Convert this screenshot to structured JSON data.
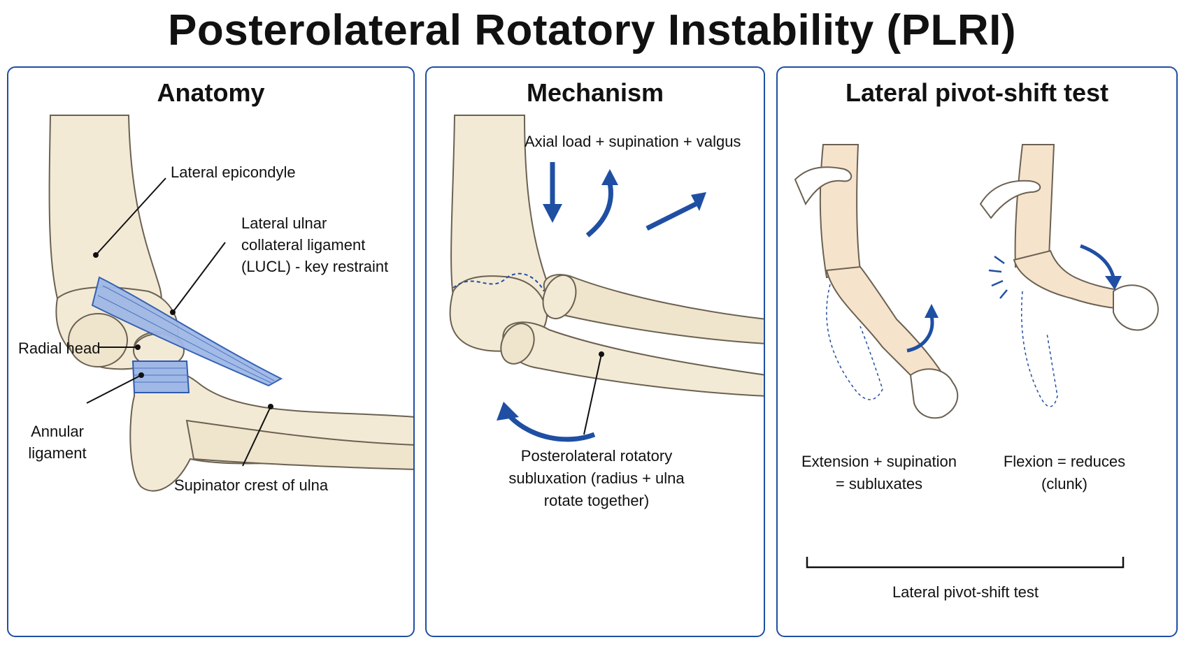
{
  "title": "Posterolateral Rotatory Instability (PLRI)",
  "colors": {
    "accent": "#1f4fa3",
    "bone": "#f3ead6",
    "ligament": "#9fb8e6",
    "skin": "#f6e3cc"
  },
  "panels": {
    "anatomy": {
      "title": "Anatomy",
      "labels": {
        "lateral_epicondyle": "Lateral epicondyle",
        "lucl_1": "Lateral ulnar",
        "lucl_2": "collateral ligament",
        "lucl_3": "(LUCL) - key restraint",
        "radial_head": "Radial head",
        "annular_1": "Annular",
        "annular_2": "ligament",
        "supinator_crest": "Supinator crest of ulna"
      }
    },
    "mechanism": {
      "title": "Mechanism",
      "labels": {
        "forces": "Axial load + supination + valgus",
        "sub_1": "Posterolateral rotatory",
        "sub_2": "subluxation (radius + ulna",
        "sub_3": "rotate together)"
      }
    },
    "pivot": {
      "title": "Lateral pivot-shift test",
      "labels": {
        "ext_1": "Extension + supination",
        "ext_2": "= subluxates",
        "flex_1": "Flexion = reduces",
        "flex_2": "(clunk)",
        "bracket": "Lateral pivot-shift test"
      }
    }
  }
}
